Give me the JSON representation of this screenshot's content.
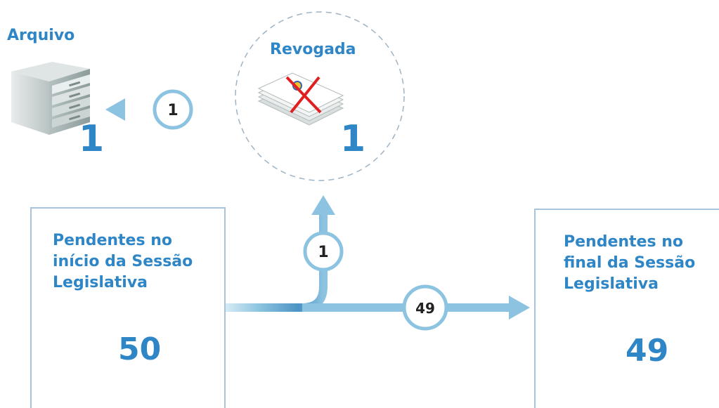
{
  "archive": {
    "title": "Arquivo",
    "count": "1"
  },
  "revoked": {
    "title": "Revogada",
    "count": "1"
  },
  "pending_start": {
    "title": "Pendentes no\ninício da Sessão\nLegislativa",
    "count": "50"
  },
  "pending_end": {
    "title": "Pendentes no\nfinal da Sessão\nLegislativa",
    "count": "49"
  },
  "flows": {
    "revoked_to_archive": "1",
    "start_to_revoked": "1",
    "start_to_end": "49"
  },
  "colors": {
    "accent": "#2f86c7",
    "arrow": "#8cc3e0",
    "arrow_dark": "#4c93c4",
    "box_border": "#a8c4dc",
    "dashed_circle": "#9fb3c4"
  },
  "icons": {
    "archive": "filing-cabinet-icon",
    "revoked": "revoked-document-icon",
    "pending": "hourglass-icon"
  }
}
